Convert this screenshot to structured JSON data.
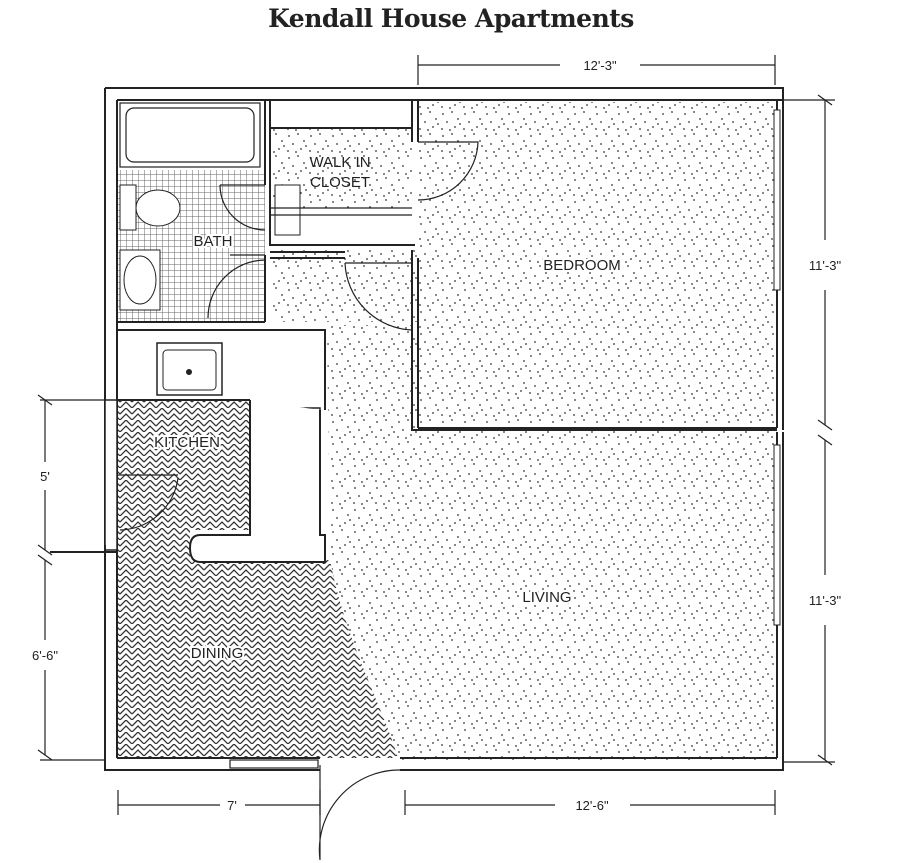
{
  "title": "Kendall House Apartments",
  "rooms": {
    "walk_in_closet_line1": "WALK IN",
    "walk_in_closet_line2": "CLOSET",
    "bath": "BATH",
    "bedroom": "BEDROOM",
    "kitchen": "KITCHEN",
    "dining": "DINING",
    "living": "LIVING"
  },
  "dimensions": {
    "top": "12'-3\"",
    "right_upper": "11'-3\"",
    "right_lower": "11'-3\"",
    "left_upper": "5'",
    "left_lower": "6'-6\"",
    "bottom_left": "7'",
    "bottom_right": "12'-6\""
  }
}
